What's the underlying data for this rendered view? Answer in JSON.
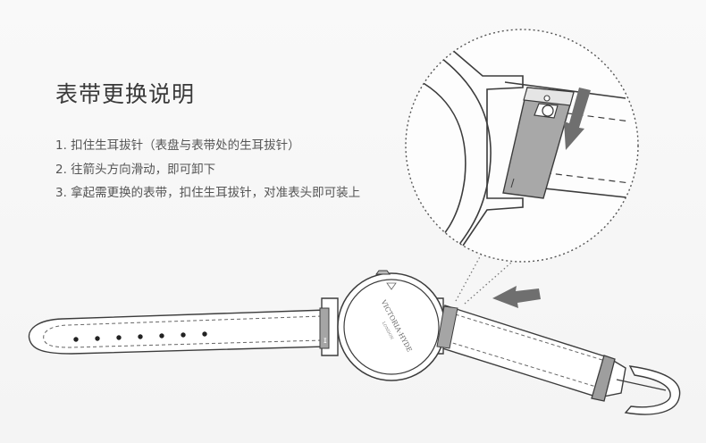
{
  "heading": "表带更换说明",
  "steps": [
    "1. 扣住生耳拔针（表盘与表带处的生耳拔针）",
    "2. 往箭头方向滑动，即可卸下",
    "3. 拿起需更换的表带，扣住生耳拔针，对准表头即可装上"
  ],
  "watch_brand": "VICTORIA·HYDE",
  "watch_city": "LONDON",
  "colors": {
    "outline": "#3c3c3c",
    "arrow": "#6f6f6f",
    "pin": "#a5a5a5",
    "background": "#f7f7f7"
  }
}
